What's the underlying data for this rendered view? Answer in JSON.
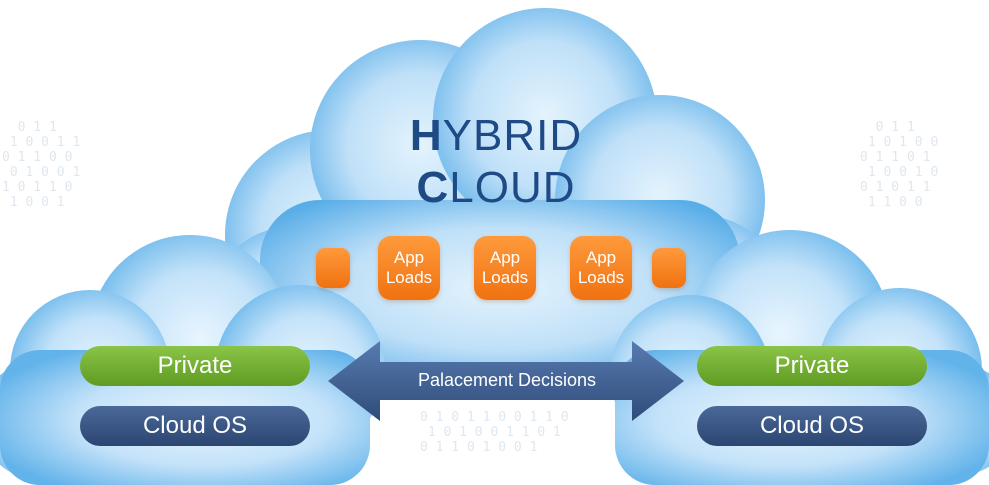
{
  "title": {
    "line1_lead": "H",
    "line1_rest": "YBRID",
    "line2_lead": "C",
    "line2_rest": "LOUD"
  },
  "app_loads": [
    {
      "label": "App\nLoads"
    },
    {
      "label": "App\nLoads"
    },
    {
      "label": "App\nLoads"
    }
  ],
  "left_cloud": {
    "top_label": "Private",
    "bottom_label": "Cloud OS"
  },
  "right_cloud": {
    "top_label": "Private",
    "bottom_label": "Cloud OS"
  },
  "arrow": {
    "label": "Palacement Decisions"
  },
  "colors": {
    "cloud_edge": "#5aaee8",
    "cloud_center": "#d6ecfb",
    "orange": "#f58220",
    "green": "#6fad2f",
    "navy": "#2f4b79",
    "title": "#1e4a86"
  }
}
